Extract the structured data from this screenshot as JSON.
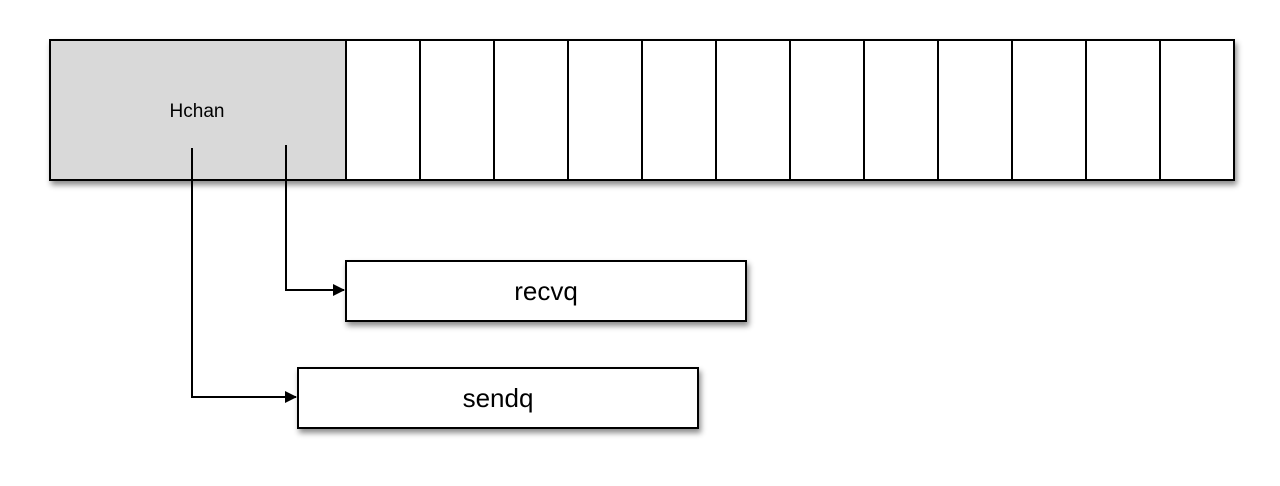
{
  "header_block": {
    "label": "Hchan",
    "fill": "#d9d9d9",
    "empty_cell_count": 12
  },
  "queues": {
    "recvq": {
      "label": "recvq"
    },
    "sendq": {
      "label": "sendq"
    }
  },
  "colors": {
    "stroke": "#000000",
    "cell_fill": "#ffffff"
  }
}
